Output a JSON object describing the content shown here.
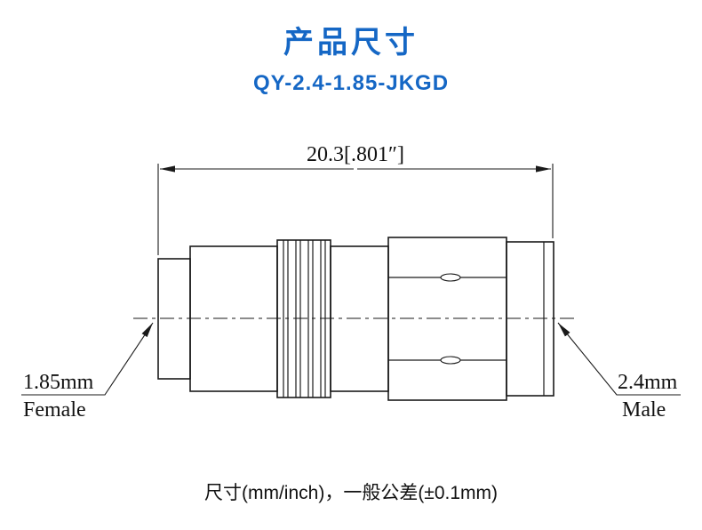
{
  "header": {
    "title": "产品尺寸",
    "model": "QY-2.4-1.85-JKGD"
  },
  "drawing": {
    "overall_dim": "20.3[.801″]",
    "left_port": {
      "size": "1.85mm",
      "gender": "Female"
    },
    "right_port": {
      "size": "2.4mm",
      "gender": "Male"
    }
  },
  "footer": {
    "note": "尺寸(mm/inch)，一般公差(±0.1mm)"
  },
  "colors": {
    "accent": "#1567c5",
    "line": "#1a1a1a",
    "text": "#111111",
    "background": "#ffffff"
  }
}
